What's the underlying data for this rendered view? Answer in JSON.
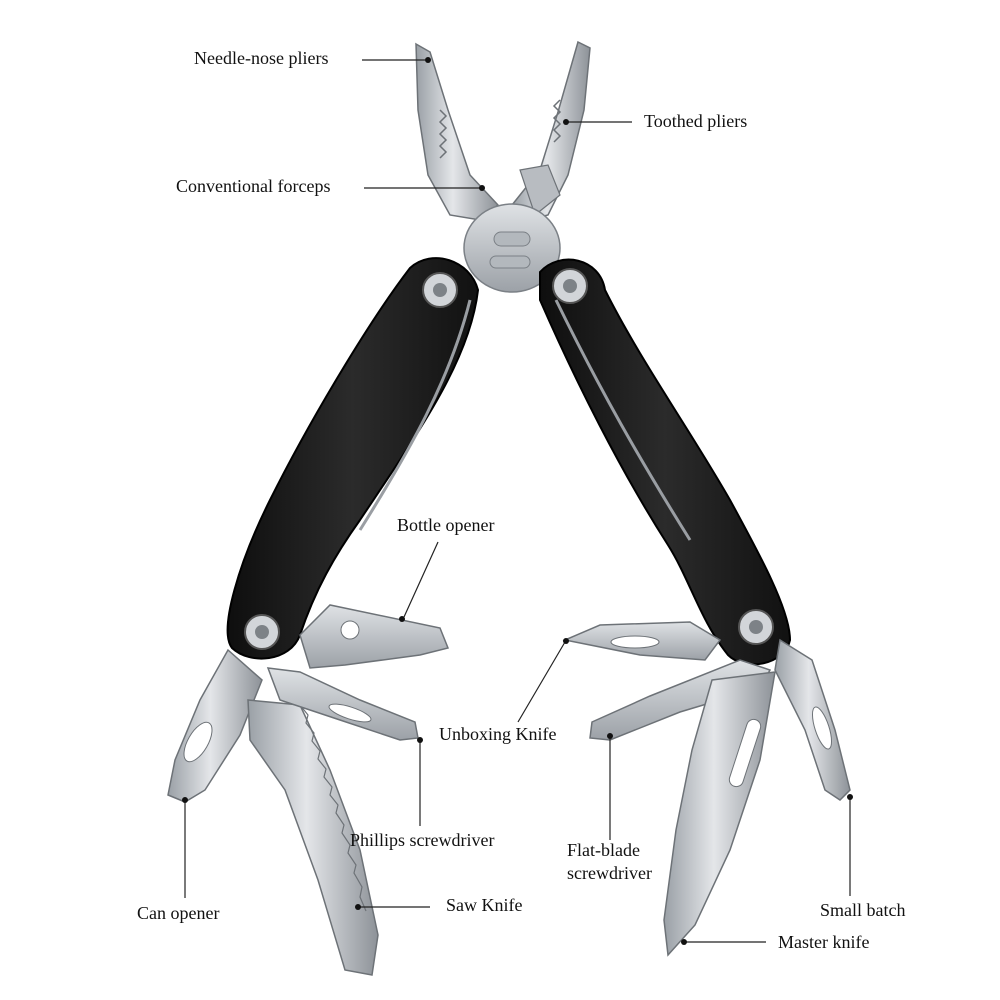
{
  "labels": {
    "needle_nose": "Needle-nose pliers",
    "toothed": "Toothed pliers",
    "forceps": "Conventional forceps",
    "bottle_opener": "Bottle opener",
    "unboxing_knife": "Unboxing Knife",
    "phillips": "Phillips screwdriver",
    "flat_blade_1": "Flat-blade",
    "flat_blade_2": "screwdriver",
    "can_opener": "Can opener",
    "saw_knife": "Saw Knife",
    "small_batch": "Small batch",
    "master_knife": "Master knife"
  },
  "colors": {
    "handle": "#1c1c1c",
    "steel": "#c9ccd0",
    "steel_dark": "#8e9398",
    "leader": "#222222"
  }
}
